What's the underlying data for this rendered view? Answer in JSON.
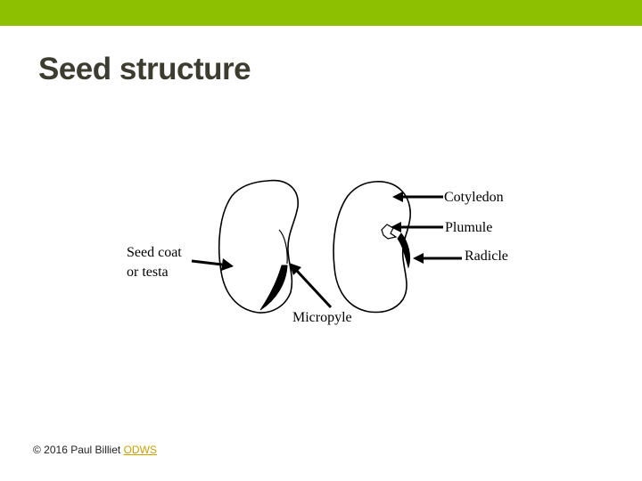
{
  "slide": {
    "title": "Seed structure",
    "colors": {
      "accent_bar": "#8cc000",
      "title": "#3c3c30",
      "link": "#c8a000"
    }
  },
  "diagram": {
    "labels": {
      "cotyledon": "Cotyledon",
      "plumule": "Plumule",
      "radicle": "Radicle",
      "seed_coat_line1": "Seed coat",
      "seed_coat_line2": "or testa",
      "micropyle": "Micropyle"
    }
  },
  "footer": {
    "copyright": "© 2016 Paul Billiet",
    "link_text": "ODWS"
  }
}
